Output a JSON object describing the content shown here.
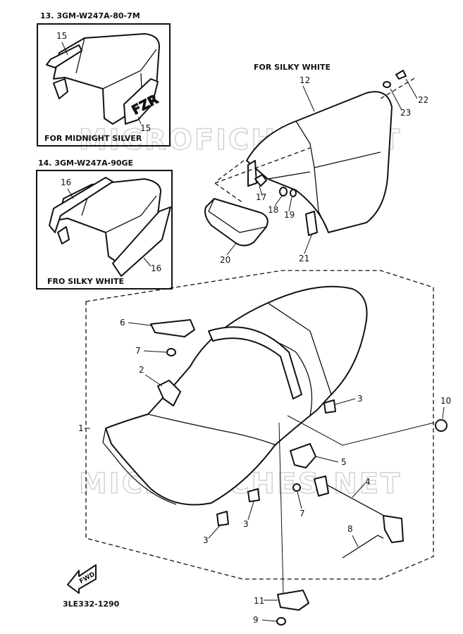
{
  "diagram": {
    "insets": [
      {
        "id": "13",
        "code": "13. 3GM-W247A-80-7M",
        "caption": "FOR MIDNIGHT SILVER"
      },
      {
        "id": "14",
        "code": "14. 3GM-W247A-90GE",
        "caption": "FRO SILKY WHITE"
      }
    ],
    "main_caption": "FOR SILKY WHITE",
    "decal_text": "FZR",
    "fwd_text": "FWD",
    "watermark": "MICROFICHES.NET",
    "drawing_number": "3LE332-1290",
    "callouts": {
      "c15a": "15",
      "c15b": "15",
      "c16a": "16",
      "c16b": "16",
      "c12": "12",
      "c22": "22",
      "c23": "23",
      "c17": "17",
      "c18": "18",
      "c19": "19",
      "c20": "20",
      "c21": "21",
      "c6": "6",
      "c7a": "7",
      "c2": "2",
      "c3a": "3",
      "c10": "10",
      "c1": "1",
      "c5": "5",
      "c4": "4",
      "c7b": "7",
      "c3b": "3",
      "c3c": "3",
      "c8": "8",
      "c11": "11",
      "c9": "9"
    }
  }
}
